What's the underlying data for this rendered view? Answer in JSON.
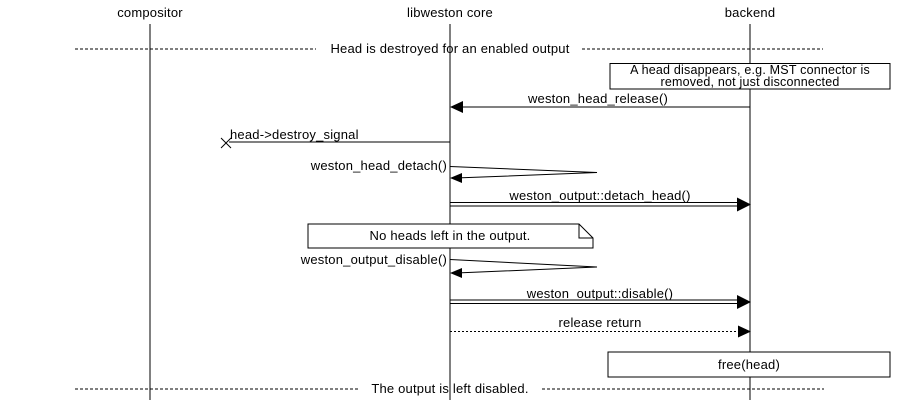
{
  "participants": [
    {
      "label": "compositor"
    },
    {
      "label": "libweston core"
    },
    {
      "label": "backend"
    }
  ],
  "dividers": [
    {
      "label": "Head is destroyed for an enabled output"
    },
    {
      "label": "The output is left disabled."
    }
  ],
  "notes": {
    "backend_note_lines": [
      "A head disappears, e.g. MST connector is",
      "removed, not just disconnected"
    ],
    "core_note": "No heads left in the output.",
    "backend_action": "free(head)"
  },
  "messages": [
    {
      "label": "weston_head_release()",
      "from": "backend",
      "to": "libweston core",
      "type": "call"
    },
    {
      "label": "head->destroy_signal",
      "from": "libweston core",
      "to": "compositor",
      "type": "lost"
    },
    {
      "label": "weston_head_detach()",
      "from": "libweston core",
      "to": "libweston core",
      "type": "self-call"
    },
    {
      "label": "weston_output::detach_head()",
      "from": "libweston core",
      "to": "backend",
      "type": "method-call"
    },
    {
      "label": "weston_output_disable()",
      "from": "libweston core",
      "to": "libweston core",
      "type": "self-call"
    },
    {
      "label": "weston_output::disable()",
      "from": "libweston core",
      "to": "backend",
      "type": "method-call"
    },
    {
      "label": "release return",
      "from": "libweston core",
      "to": "backend",
      "type": "return"
    }
  ],
  "colors": {
    "line": "#000000",
    "background": "#ffffff",
    "text": "#000000"
  }
}
